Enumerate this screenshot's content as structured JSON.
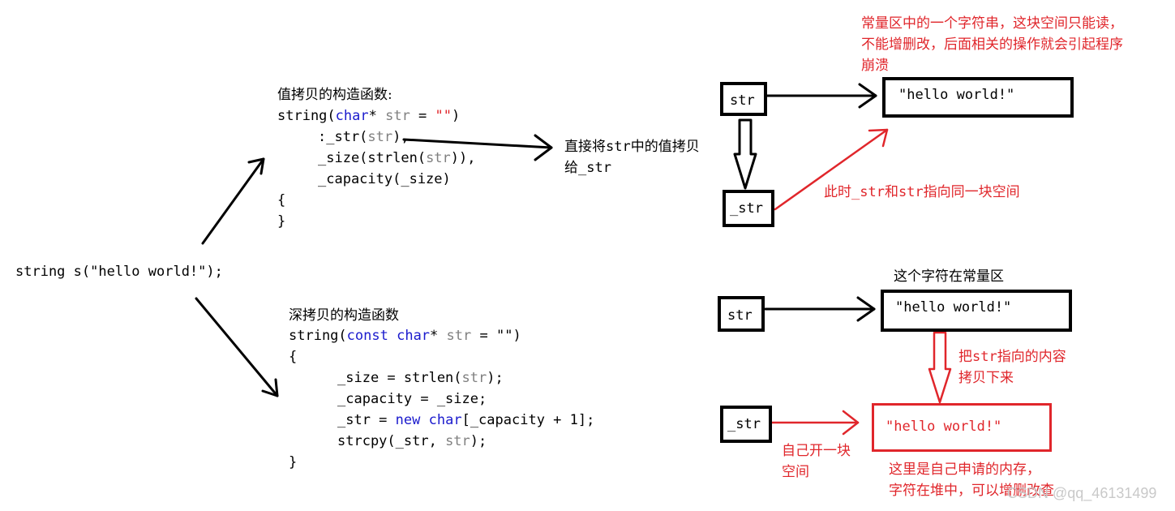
{
  "main_call": "string s(\"hello world!\");",
  "copy_ctor": {
    "title": "值拷贝的构造函数:",
    "sig_fn": "string(",
    "sig_type": "char",
    "sig_star": "* ",
    "sig_param": "str",
    "sig_eq": " = ",
    "sig_default": "\"\"",
    "sig_close": ")",
    "init1_pre": ":_str(",
    "init1_arg": "str",
    "init1_post": "),",
    "init2_pre": "_size(strlen(",
    "init2_arg": "str",
    "init2_post": ")),",
    "init3": "_capacity(_size)",
    "brace_open": "{",
    "brace_close": "}"
  },
  "copy_note": {
    "line1": "直接将str中的值拷贝",
    "line2": "给_str"
  },
  "deep_ctor": {
    "title": "深拷贝的构造函数",
    "sig_fn": "string(",
    "sig_const": "const",
    "sig_sp": " ",
    "sig_type": "char",
    "sig_star": "* ",
    "sig_param": "str",
    "sig_eq": " = ",
    "sig_default": "\"\"",
    "sig_close": ")",
    "brace_open": "{",
    "line1_pre": "_size = strlen(",
    "line1_arg": "str",
    "line1_post": ");",
    "line2": "_capacity = _size;",
    "line3_pre": "_str = ",
    "line3_new": "new",
    "line3_sp": " ",
    "line3_type": "char",
    "line3_post": "[_capacity + 1];",
    "line4_pre": "strcpy(_str, ",
    "line4_arg": "str",
    "line4_post": ");",
    "brace_close": "}"
  },
  "top_diagram": {
    "str_label": "str",
    "ptr_label": "_str",
    "value": "\"hello world!\"",
    "note_line1": "常量区中的一个字符串，这块空间只能读，",
    "note_line2": "不能增删改，后面相关的操作就会引起程序",
    "note_line3": "崩溃",
    "shared_note": "此时_str和str指向同一块空间"
  },
  "bottom_diagram": {
    "const_area_label": "这个字符在常量区",
    "str_label": "str",
    "ptr_label": "_str",
    "value_const": "\"hello world!\"",
    "value_heap": "\"hello world!\"",
    "copy_note_line1": "把str指向的内容",
    "copy_note_line2": "拷贝下来",
    "alloc_note_line1": "自己开一块",
    "alloc_note_line2": "空间",
    "heap_note_line1": "这里是自己申请的内存，",
    "heap_note_line2": "字符在堆中，可以增删改查"
  },
  "watermark": "CSDN @qq_46131499",
  "colors": {
    "ink": "#000000",
    "accent": "#e0262b",
    "keyword": "#1a1acd",
    "param": "#808080"
  }
}
